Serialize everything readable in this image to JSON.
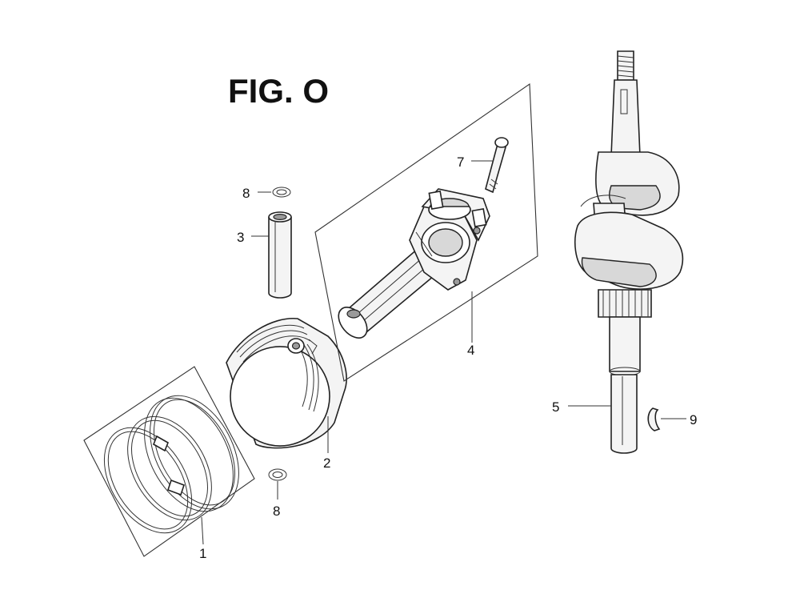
{
  "figure": {
    "title": "FIG. O"
  },
  "callouts": [
    {
      "id": "ring-set",
      "label": "1"
    },
    {
      "id": "piston",
      "label": "2"
    },
    {
      "id": "piston-pin",
      "label": "3"
    },
    {
      "id": "connecting-rod-assembly",
      "label": "4"
    },
    {
      "id": "crankshaft",
      "label": "5"
    },
    {
      "id": "rod-bolt",
      "label": "7"
    },
    {
      "id": "pin-clip-top",
      "label": "8"
    },
    {
      "id": "pin-clip-bottom",
      "label": "8"
    },
    {
      "id": "key",
      "label": "9"
    }
  ]
}
